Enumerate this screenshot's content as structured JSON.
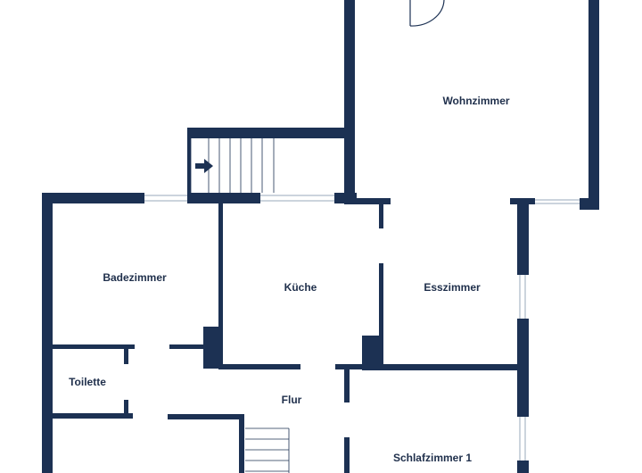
{
  "plan": {
    "wall_color": "#1c3153",
    "window_color": "#9aa8bb",
    "line_color": "#1c3153",
    "rooms": {
      "wohnzimmer": "Wohnzimmer",
      "badezimmer": "Badezimmer",
      "kueche": "Küche",
      "esszimmer": "Esszimmer",
      "toilette": "Toilette",
      "flur": "Flur",
      "schlafzimmer1": "Schlafzimmer 1"
    }
  }
}
